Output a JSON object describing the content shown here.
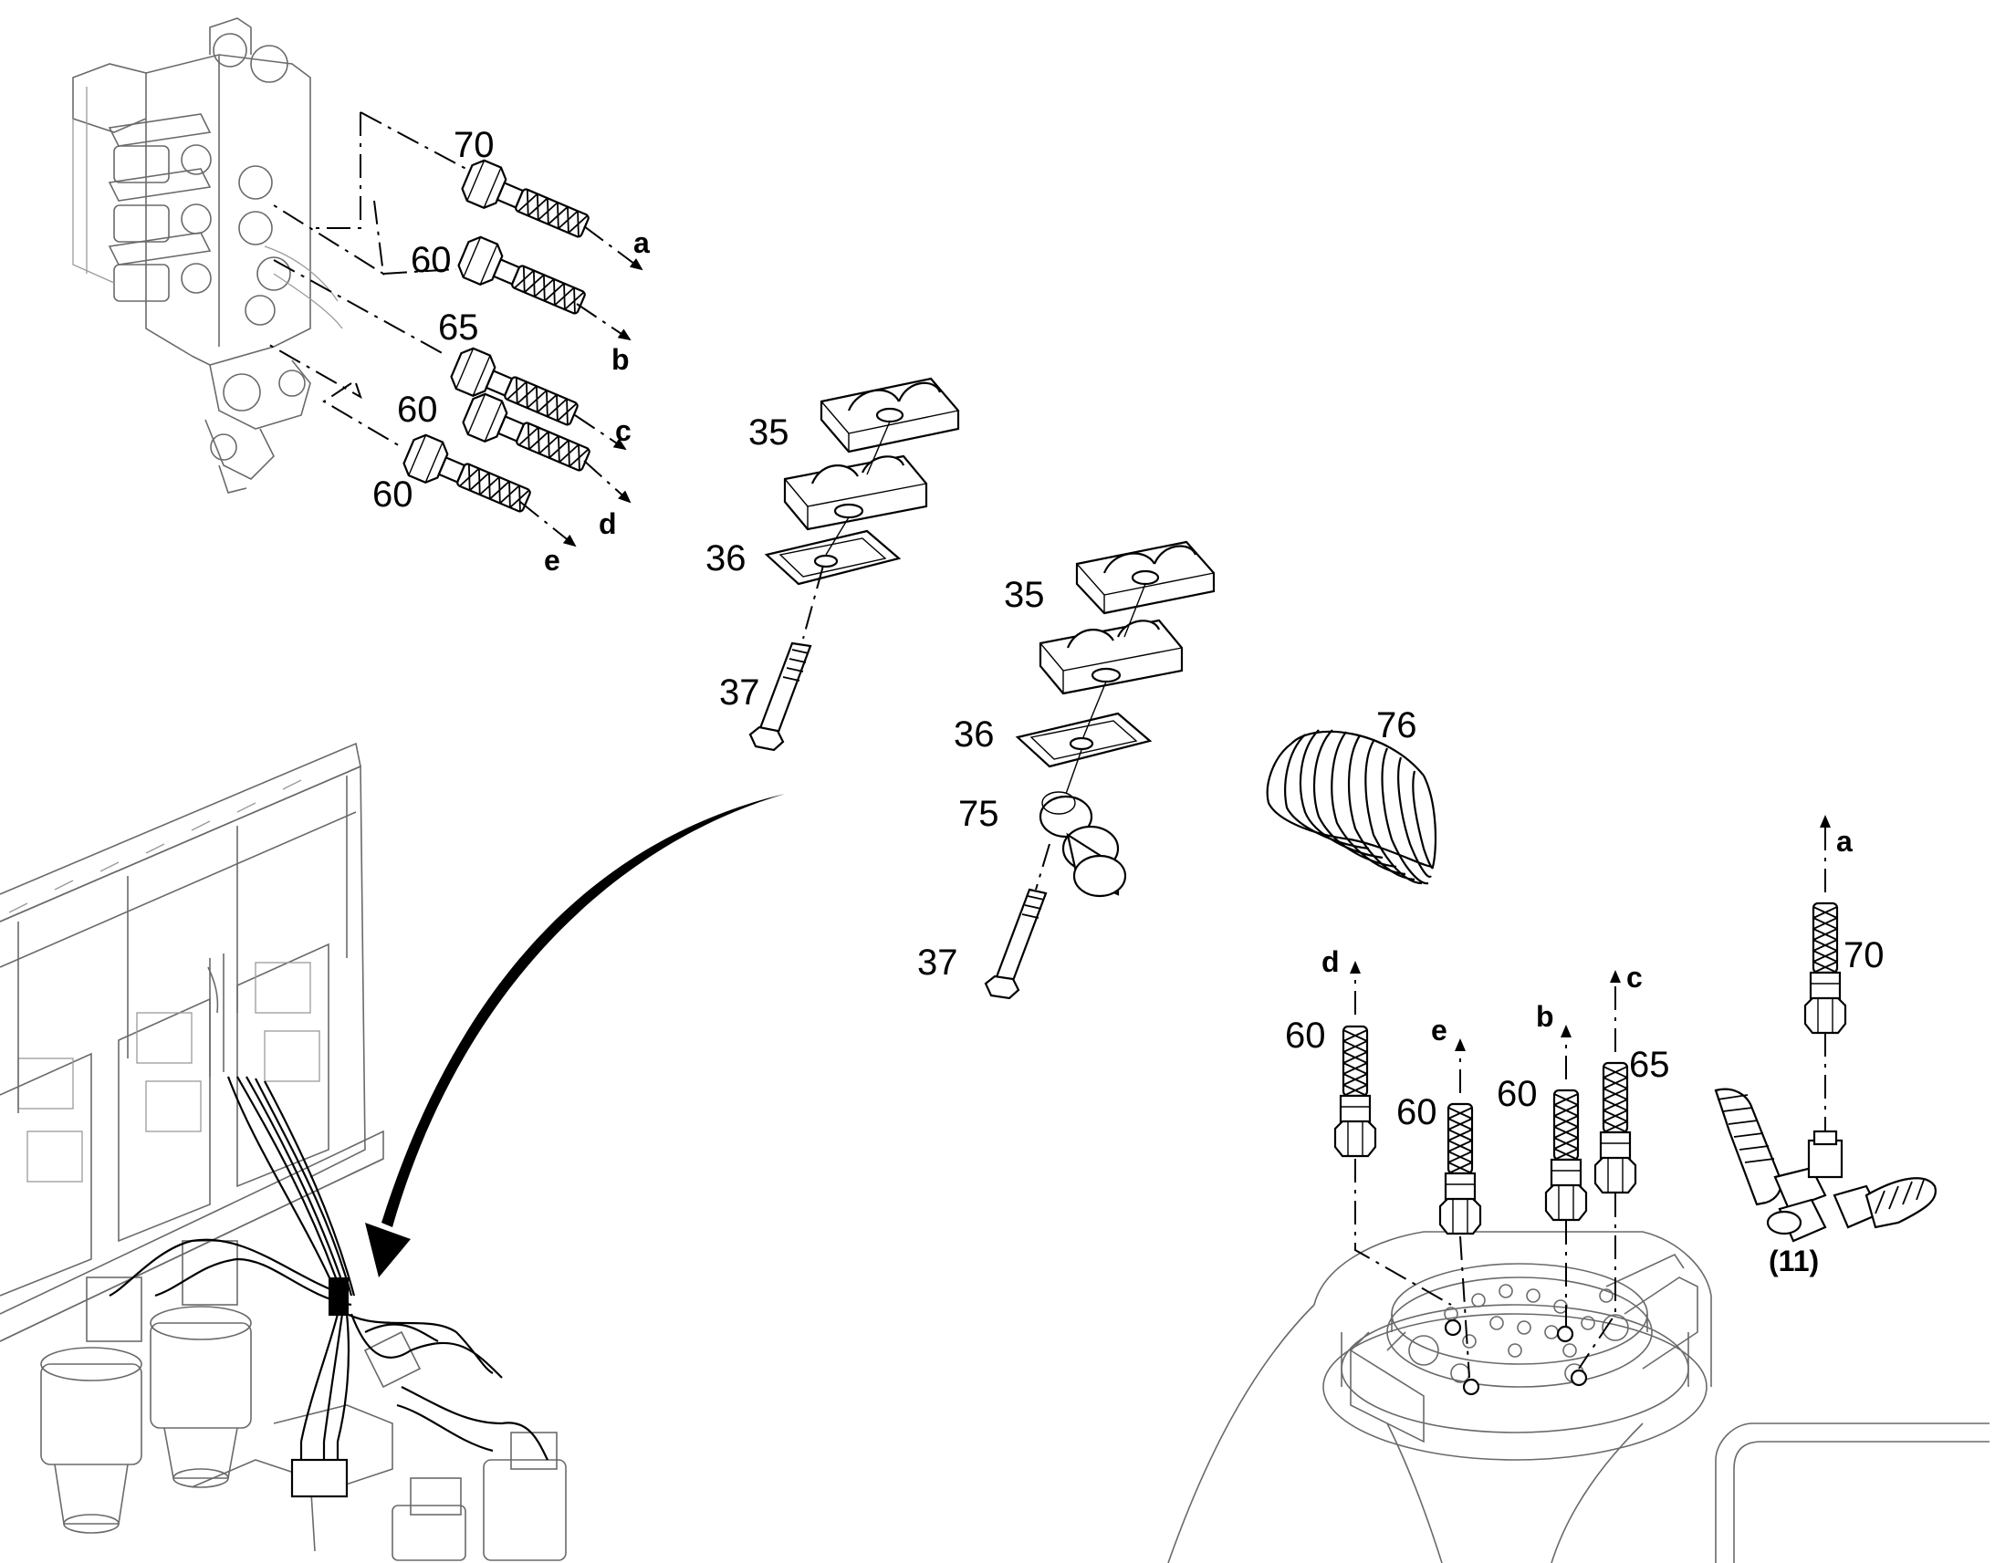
{
  "labels": {
    "p70_top": "70",
    "p60_top1": "60",
    "p65_top": "65",
    "p60_top2": "60",
    "p60_top3": "60",
    "p35_a": "35",
    "p36_a": "36",
    "p37_a": "37",
    "p35_b": "35",
    "p36_b": "36",
    "p75": "75",
    "p37_b": "37",
    "p76": "76",
    "p60_bot1": "60",
    "p60_bot2": "60",
    "p60_bot3": "60",
    "p65_bot": "65",
    "p70_bot": "70",
    "p11": "(11)"
  },
  "letters": {
    "top_a": "a",
    "top_b": "b",
    "top_c": "c",
    "top_d": "d",
    "top_e": "e",
    "bot_d": "d",
    "bot_e": "e",
    "bot_b": "b",
    "bot_c": "c",
    "bot_a": "a"
  }
}
